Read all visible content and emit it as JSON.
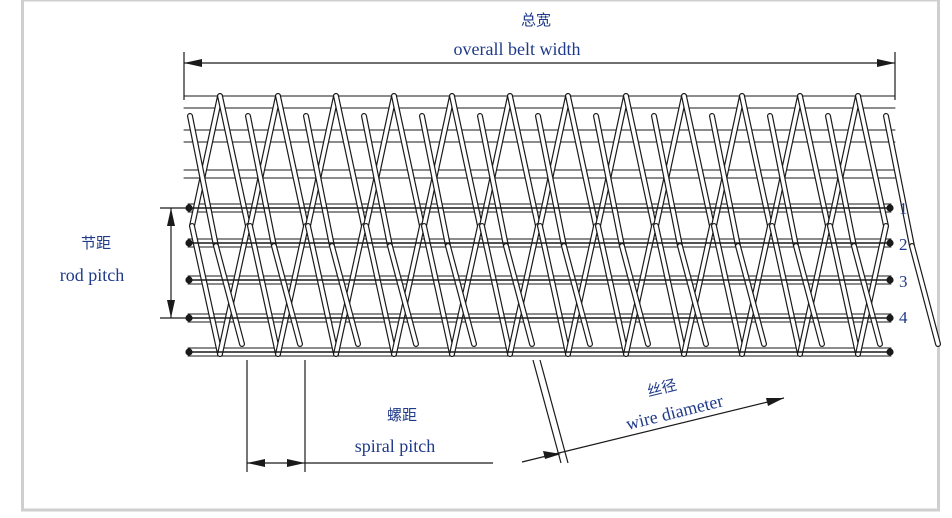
{
  "labels": {
    "overall_width_cn": "总宽",
    "overall_width_en": "overall belt width",
    "rod_pitch_cn": "节距",
    "rod_pitch_en": "rod pitch",
    "spiral_pitch_cn": "螺距",
    "spiral_pitch_en": "spiral pitch",
    "wire_diameter_cn": "丝径",
    "wire_diameter_en": "wire diameter"
  },
  "rod_numbers": [
    "1",
    "2",
    "3",
    "4"
  ],
  "colors": {
    "line": "#1a1a1a",
    "label": "#1f3a8a",
    "frame": "#cfcfcf"
  }
}
